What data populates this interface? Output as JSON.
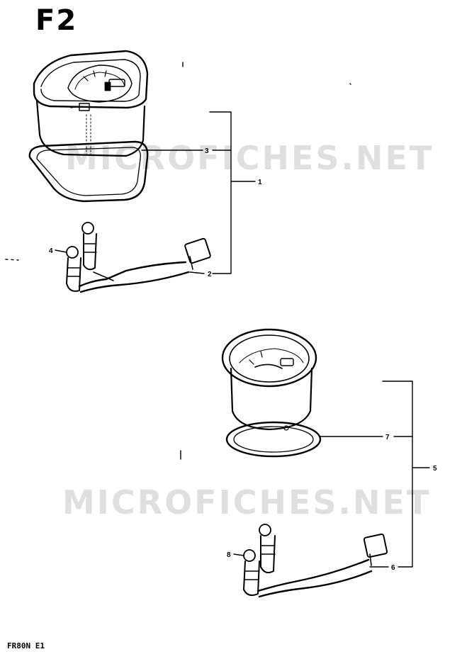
{
  "header": {
    "figure_code": "F2"
  },
  "footer": {
    "model": "FR80N E1"
  },
  "watermark": {
    "text": "MICROFICHES.NET"
  },
  "callouts": {
    "c1": "1",
    "c2": "2",
    "c3": "3",
    "c4": "4",
    "c5": "5",
    "c6": "6",
    "c7": "7",
    "c8": "8"
  },
  "colors": {
    "ink": "#000000",
    "watermark": "#8c8c8c"
  }
}
